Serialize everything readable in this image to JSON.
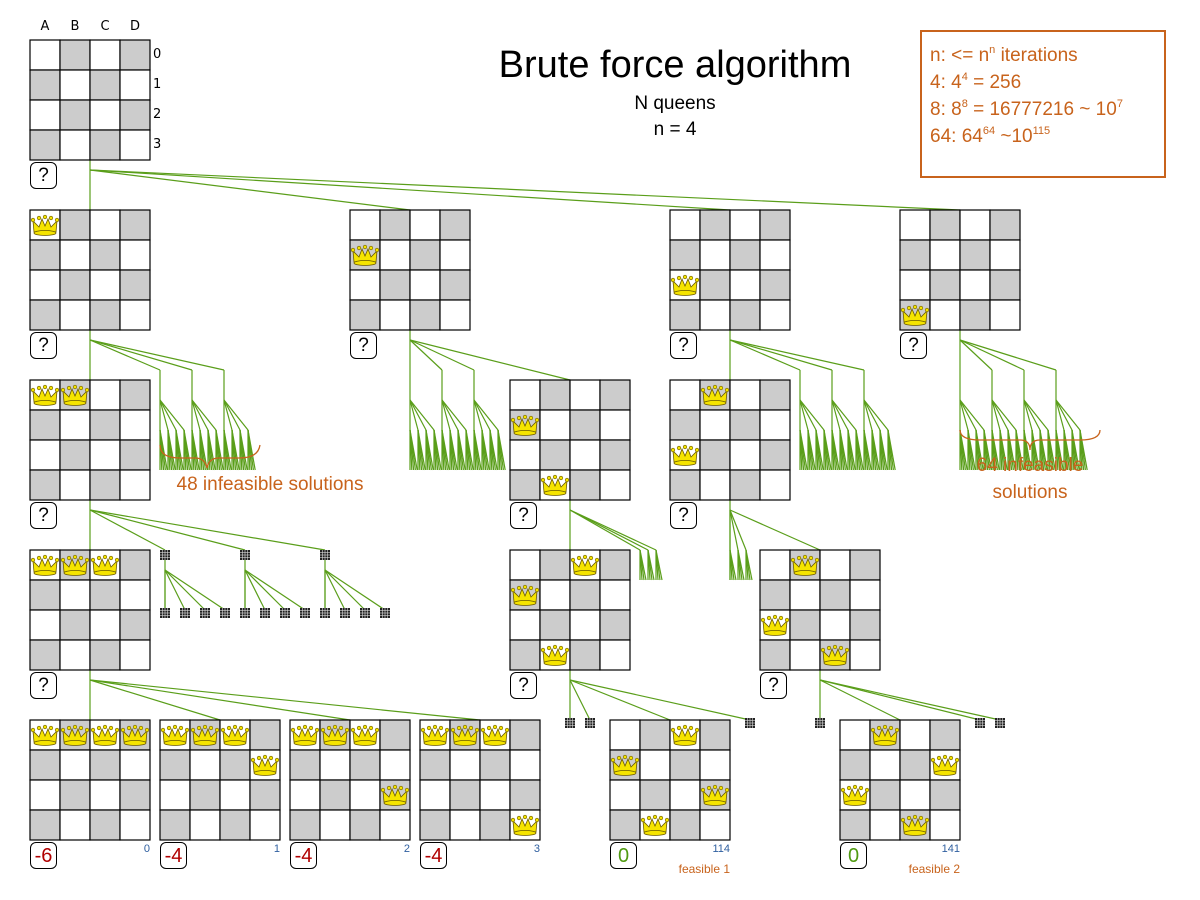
{
  "title": "Brute force algorithm",
  "subtitle": "N queens",
  "n_label": "n = 4",
  "info_box": {
    "line1": {
      "pre": "n: <= n",
      "sup": "n",
      "post": " iterations"
    },
    "line2": {
      "pre": "4: 4",
      "sup": "4",
      "post": " = 256"
    },
    "line3": {
      "pre": "8: 8",
      "sup": "8",
      "post": " = 16777216 ~ 10",
      "sup2": "7"
    },
    "line4": {
      "pre": "64: 64",
      "sup": "64",
      "post": " ~10",
      "sup2": "115"
    }
  },
  "column_labels": [
    "A",
    "B",
    "C",
    "D"
  ],
  "row_labels": [
    "0",
    "1",
    "2",
    "3"
  ],
  "unknown_score": "?",
  "annotations": {
    "left_infeasible": "48 infeasible solutions",
    "right_infeasible_line1": "64 infeasible",
    "right_infeasible_line2": "solutions"
  },
  "colors": {
    "edge": "#5a9e1a",
    "annotation": "#c8631c",
    "negative_score": "#b00000",
    "zero_score": "#4f9a10",
    "index": "#3060a0",
    "dark_square": "#cccccc",
    "queen": "#f5e400"
  },
  "boards": [
    {
      "id": "root",
      "queens": [
        null,
        null,
        null,
        null
      ],
      "score": "?"
    },
    {
      "id": "l1-a",
      "queens": [
        0,
        null,
        null,
        null
      ],
      "score": "?"
    },
    {
      "id": "l1-b",
      "queens": [
        1,
        null,
        null,
        null
      ],
      "score": "?"
    },
    {
      "id": "l1-c",
      "queens": [
        2,
        null,
        null,
        null
      ],
      "score": "?"
    },
    {
      "id": "l1-d",
      "queens": [
        3,
        null,
        null,
        null
      ],
      "score": "?"
    },
    {
      "id": "l2-a",
      "queens": [
        0,
        0,
        null,
        null
      ],
      "score": "?"
    },
    {
      "id": "l2-b",
      "queens": [
        1,
        3,
        null,
        null
      ],
      "score": "?"
    },
    {
      "id": "l2-c",
      "queens": [
        2,
        0,
        null,
        null
      ],
      "score": "?"
    },
    {
      "id": "l3-a",
      "queens": [
        0,
        0,
        0,
        null
      ],
      "score": "?"
    },
    {
      "id": "l3-b",
      "queens": [
        1,
        3,
        0,
        null
      ],
      "score": "?"
    },
    {
      "id": "l3-c",
      "queens": [
        2,
        0,
        3,
        null
      ],
      "score": "?"
    },
    {
      "id": "l4-0",
      "queens": [
        0,
        0,
        0,
        0
      ],
      "score": "-6",
      "index": "0"
    },
    {
      "id": "l4-1",
      "queens": [
        0,
        0,
        0,
        1
      ],
      "score": "-4",
      "index": "1"
    },
    {
      "id": "l4-2",
      "queens": [
        0,
        0,
        0,
        2
      ],
      "score": "-4",
      "index": "2"
    },
    {
      "id": "l4-3",
      "queens": [
        0,
        0,
        0,
        3
      ],
      "score": "-4",
      "index": "3"
    },
    {
      "id": "l4-114",
      "queens": [
        1,
        3,
        0,
        2
      ],
      "score": "0",
      "index": "114",
      "label": "feasible 1"
    },
    {
      "id": "l4-141",
      "queens": [
        2,
        0,
        3,
        1
      ],
      "score": "0",
      "index": "141",
      "label": "feasible 2"
    }
  ]
}
